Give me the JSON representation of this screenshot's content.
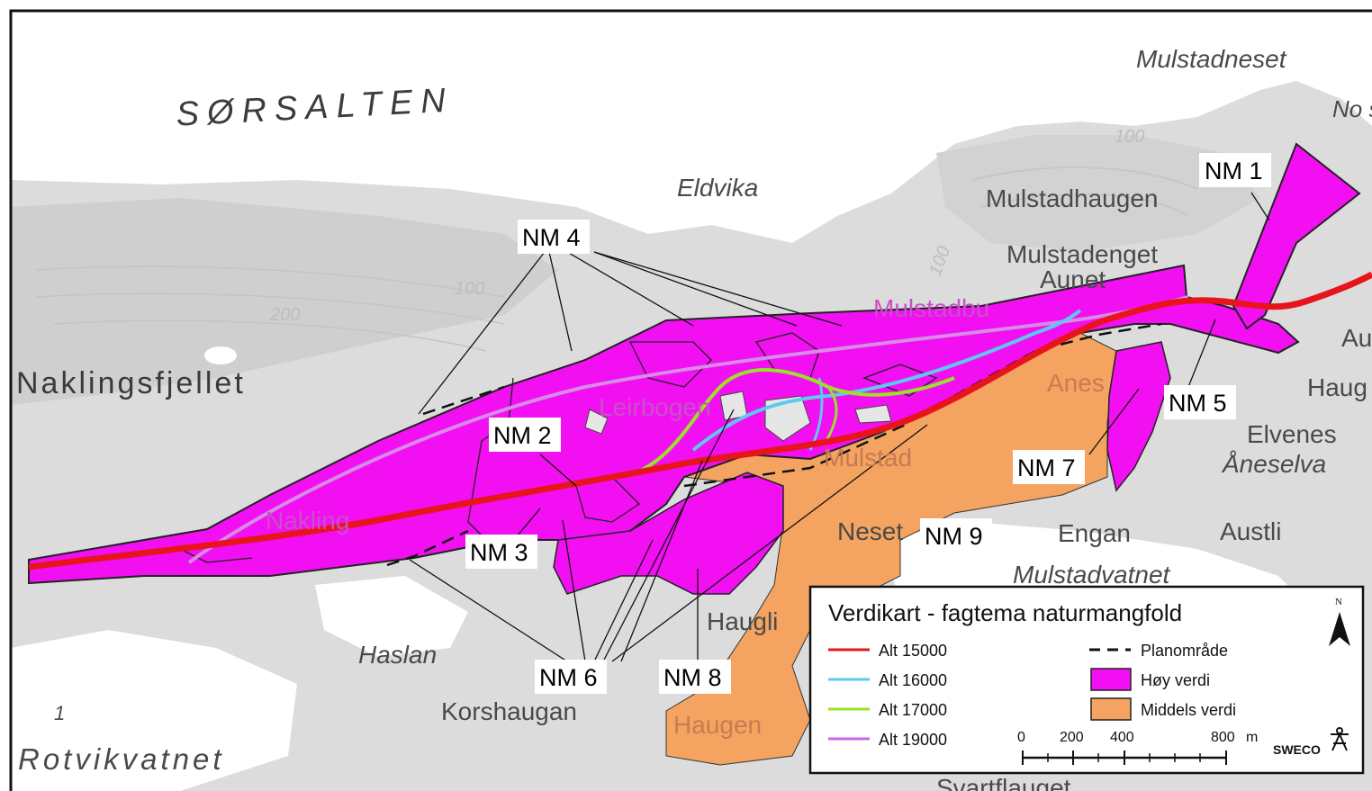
{
  "place_labels": {
    "sorsalten": "SØRSALTEN",
    "naklingsfjellet": "Naklingsfjellet",
    "eldvika": "Eldvika",
    "mulstadneset": "Mulstadneset",
    "no_sjoe": "No sjøe",
    "mulstadhaugen": "Mulstadhaugen",
    "mulstadenget": "Mulstadenget",
    "aunet": "Aunet",
    "anes": "Anes",
    "leirbogen": "Leirbogen",
    "elvenes": "Elvenes",
    "aneselva": "Åneselva",
    "haug": "Haug",
    "au": "Au",
    "neset": "Neset",
    "engan": "Engan",
    "austli": "Austli",
    "mulstadvatnet": "Mulstadvatnet",
    "haugli": "Haugli",
    "haslan": "Haslan",
    "korshaugan": "Korshaugan",
    "haugen": "Haugen",
    "rotvikvatnet": "Rotvikvatnet",
    "svartflaget": "Svartflauget",
    "naklingen": "Nakling",
    "mulstad": "Mulstad",
    "mulstadbu": "Mulstadbu",
    "one": "1"
  },
  "contour_labels": [
    "100",
    "200",
    "100",
    "100"
  ],
  "nm_labels": {
    "nm1": "NM 1",
    "nm2": "NM 2",
    "nm3": "NM 3",
    "nm4": "NM 4",
    "nm5": "NM 5",
    "nm6": "NM 6",
    "nm7": "NM 7",
    "nm8": "NM 8",
    "nm9": "NM 9"
  },
  "legend": {
    "title": "Verdikart - fagtema naturmangfold",
    "alternatives": [
      {
        "label": "Alt 15000",
        "color": "#e8141b"
      },
      {
        "label": "Alt 16000",
        "color": "#5ec8f0"
      },
      {
        "label": "Alt 17000",
        "color": "#9be02a"
      },
      {
        "label": "Alt 19000",
        "color": "#d264e6"
      }
    ],
    "plan_area": "Planområde",
    "high_value": {
      "label": "Høy verdi",
      "color": "#f20ff2"
    },
    "medium_value": {
      "label": "Middels verdi",
      "color": "#f4a460"
    },
    "scale_ticks": [
      "0",
      "200",
      "400",
      "800"
    ],
    "scale_unit": "m",
    "north": "N",
    "logo": "SWECO"
  }
}
